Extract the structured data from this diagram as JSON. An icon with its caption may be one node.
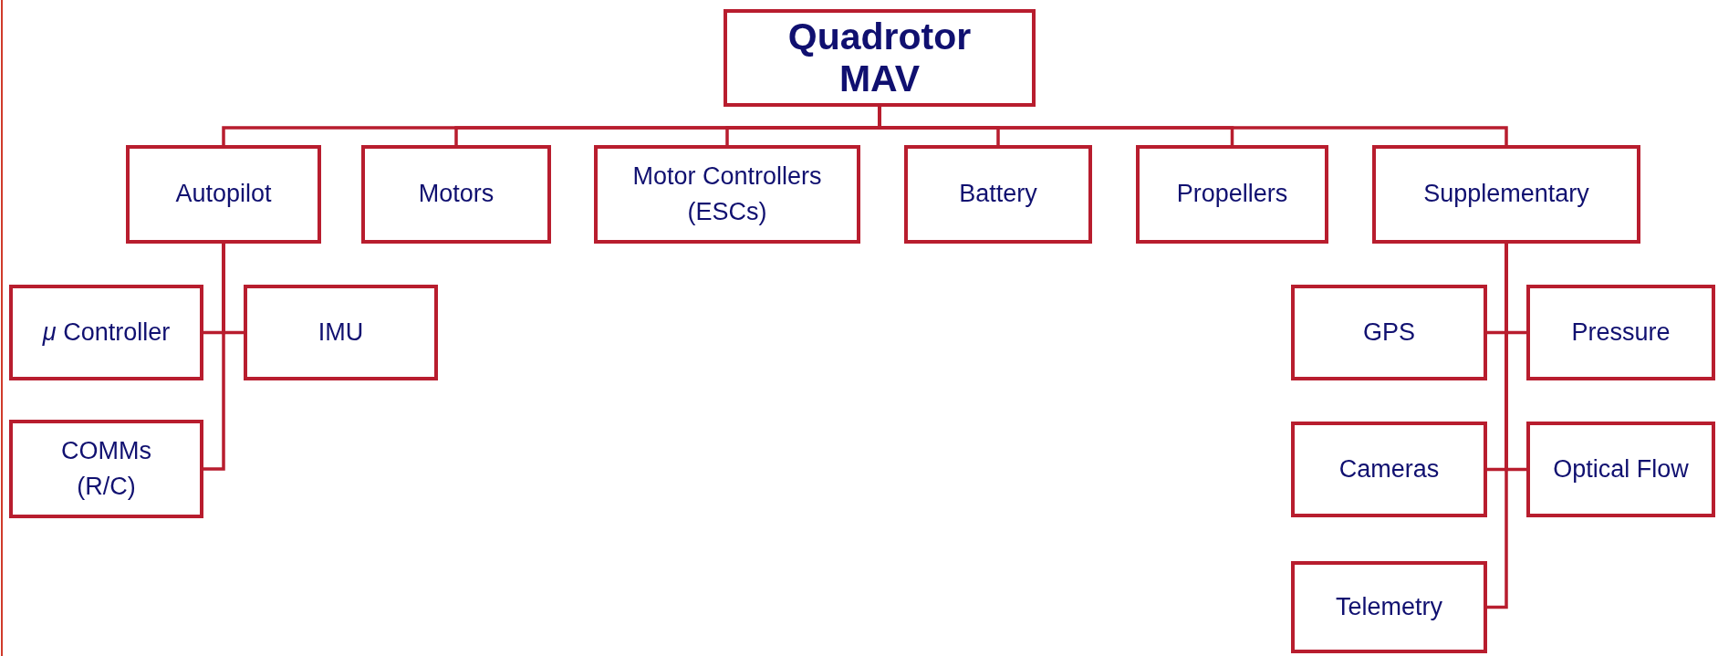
{
  "diagram": {
    "nodes": [
      {
        "text": [
          "Quadrotor MAV"
        ]
      },
      {
        "text": [
          "Autopilot"
        ]
      },
      {
        "text": [
          "Motors"
        ]
      },
      {
        "text": [
          "Motor Controllers (ESCs)"
        ]
      },
      {
        "text": [
          "Battery"
        ]
      },
      {
        "text": [
          "Propellers"
        ]
      },
      {
        "text": [
          "Supplementary"
        ]
      },
      {
        "text": [
          "*μ* Controller"
        ]
      },
      {
        "text": [
          "IMU"
        ]
      },
      {
        "text": [
          "COMMs (R/C)"
        ]
      },
      {
        "text": [
          "GPS"
        ]
      },
      {
        "text": [
          "Pressure"
        ]
      },
      {
        "text": [
          "Cameras"
        ]
      },
      {
        "text": [
          "Optical Flow"
        ]
      },
      {
        "text": [
          "Telemetry"
        ]
      }
    ],
    "edges": [
      {
        "from": 0,
        "to": 1,
        "arrow": "none"
      },
      {
        "from": 0,
        "to": 2,
        "arrow": "none"
      },
      {
        "from": 0,
        "to": 3,
        "arrow": "none"
      },
      {
        "from": 0,
        "to": 4,
        "arrow": "none"
      },
      {
        "from": 0,
        "to": 5,
        "arrow": "none"
      },
      {
        "from": 0,
        "to": 6,
        "arrow": "none"
      },
      {
        "from": 1,
        "to": 7,
        "arrow": "none"
      },
      {
        "from": 1,
        "to": 8,
        "arrow": "none"
      },
      {
        "from": 1,
        "to": 9,
        "arrow": "none"
      },
      {
        "from": 6,
        "to": 10,
        "arrow": "none"
      },
      {
        "from": 6,
        "to": 11,
        "arrow": "none"
      },
      {
        "from": 6,
        "to": 12,
        "arrow": "none"
      },
      {
        "from": 6,
        "to": 13,
        "arrow": "none"
      },
      {
        "from": 6,
        "to": 14,
        "arrow": "none"
      }
    ]
  }
}
